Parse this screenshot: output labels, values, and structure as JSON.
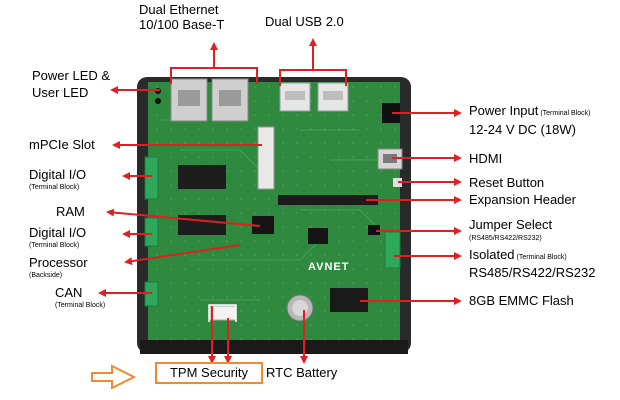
{
  "labels": {
    "dual_ethernet": [
      "Dual Ethernet",
      "10/100 Base-T"
    ],
    "dual_usb": "Dual USB 2.0",
    "power_led": [
      "Power LED &",
      "User LED"
    ],
    "mpcie": "mPCIe Slot",
    "digital_io_1": "Digital I/O",
    "digital_io_1_sub": "(Terminal Block)",
    "ram": "RAM",
    "digital_io_2": "Digital I/O",
    "digital_io_2_sub": "(Terminal Block)",
    "processor": "Processor",
    "processor_sub": "(Backside)",
    "can": "CAN",
    "can_sub": "(Terminal Block)",
    "tpm": "TPM Security",
    "rtc": "RTC Battery",
    "power_input": "Power Input",
    "power_input_sub": " (Terminal Block)",
    "power_spec": "12-24 V DC (18W)",
    "hdmi": "HDMI",
    "reset": "Reset Button",
    "expansion": "Expansion Header",
    "jumper": "Jumper Select",
    "jumper_sub": "(RS485/RS422/RS232)",
    "isolated": "Isolated",
    "isolated_sub": " (Terminal Block)",
    "isolated_2": "RS485/RS422/RS232",
    "emmc": "8GB EMMC Flash"
  },
  "board": {
    "brand": "AVNET"
  },
  "colors": {
    "arrow": "#e02020",
    "pcb": "#2f8a3f",
    "enclosure": "#2a2a2a",
    "highlight": "#f08a30"
  }
}
